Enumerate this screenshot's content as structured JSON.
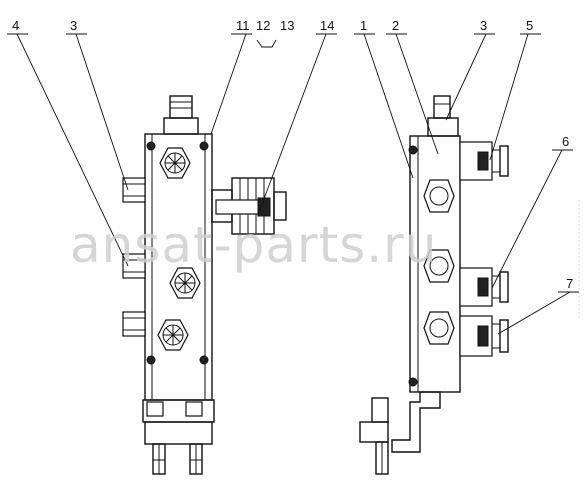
{
  "callouts": {
    "left_view": [
      "4",
      "3",
      "11",
      "12",
      "13",
      "14"
    ],
    "right_view": [
      "1",
      "2",
      "3",
      "5",
      "6",
      "7"
    ]
  },
  "watermark": "ansat-parts.ru"
}
